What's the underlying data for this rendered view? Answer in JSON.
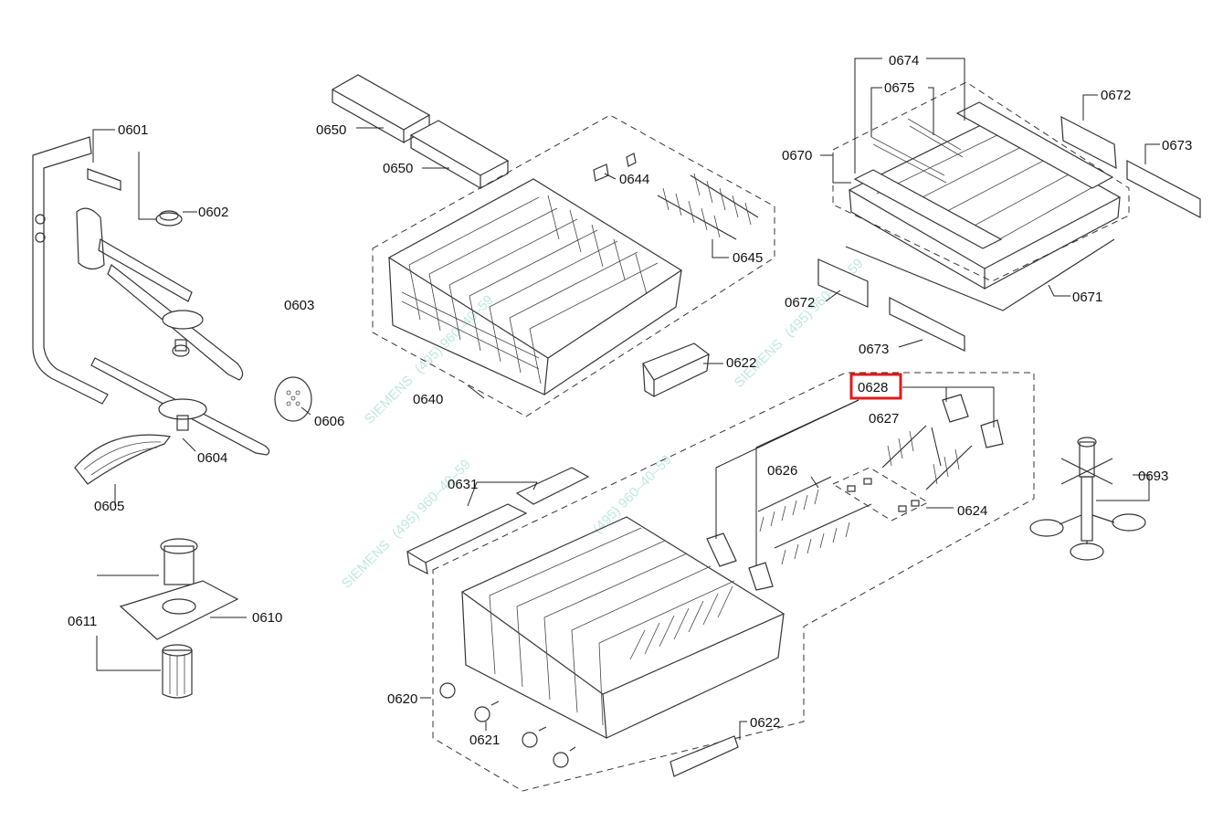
{
  "part_labels": {
    "p0601": "0601",
    "p0602": "0602",
    "p0603": "0603",
    "p0604": "0604",
    "p0605": "0605",
    "p0606": "0606",
    "p0610": "0610",
    "p0611": "0611",
    "p0620": "0620",
    "p0621": "0621",
    "p0622_upper": "0622",
    "p0622_lower": "0622",
    "p0624": "0624",
    "p0626": "0626",
    "p0627": "0627",
    "p0628": "0628",
    "p0631": "0631",
    "p0640": "0640",
    "p0644": "0644",
    "p0645": "0645",
    "p0650_a": "0650",
    "p0650_b": "0650",
    "p0670": "0670",
    "p0671": "0671",
    "p0672_a": "0672",
    "p0672_b": "0672",
    "p0673_a": "0673",
    "p0673_b": "0673",
    "p0674": "0674",
    "p0675": "0675",
    "p0693": "0693"
  },
  "watermark": {
    "brand": "SIEMENS",
    "phone": "(495) 960–40–59"
  },
  "highlight": {
    "label": "0628",
    "color": "#e01b1b"
  }
}
